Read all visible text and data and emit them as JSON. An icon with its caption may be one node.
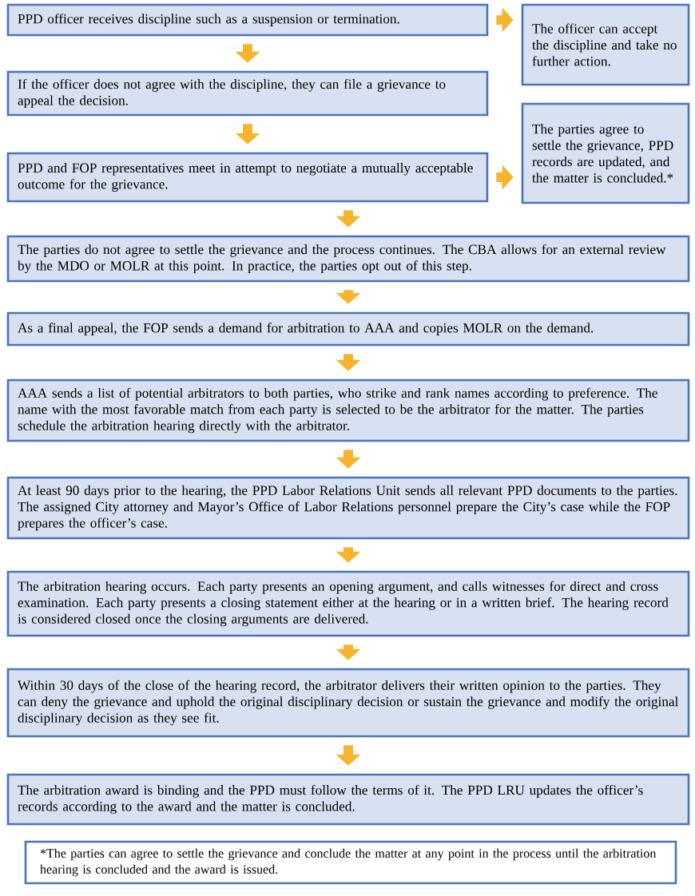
{
  "diagram": {
    "nodes": [
      {
        "text": [
          "PPD officer receives discipline such as a suspension or termination."
        ]
      },
      {
        "text": [
          "The officer can accept the discipline and take no further action."
        ]
      },
      {
        "text": [
          "If the officer does not agree with the discipline, they can file a grievance to appeal the decision."
        ]
      },
      {
        "text": [
          "The parties agree to settle the grievance, PPD records are updated, and the matter is concluded.*"
        ]
      },
      {
        "text": [
          "PPD and FOP representatives meet in attempt to negotiate a mutually acceptable outcome for the grievance."
        ]
      },
      {
        "text": [
          "The parties do not agree to settle the grievance and the process continues. The CBA allows for an external review by the MDO or MOLR at this point. In practice, the parties opt out of this step."
        ]
      },
      {
        "text": [
          "As a final appeal, the FOP sends a demand for arbitration to AAA and copies MOLR on the demand."
        ]
      },
      {
        "text": [
          "AAA sends a list of potential arbitrators to both parties, who strike and rank names according to preference. The name with the most favorable match from each party is selected to be the arbitrator for the matter. The parties schedule the arbitration hearing directly with the arbitrator."
        ]
      },
      {
        "text": [
          "At least 90 days prior to the hearing, the PPD Labor Relations Unit sends all relevant PPD documents to the parties. The assigned City attorney and Mayor’s Office of Labor Relations personnel prepare the City’s case while the FOP prepares the officer’s case."
        ]
      },
      {
        "text": [
          "The arbitration hearing occurs. Each party presents an opening argument, and calls witnesses for direct and cross examination. Each party presents a closing statement either at the hearing or in a written brief. The hearing record is considered closed once the closing arguments are delivered."
        ]
      },
      {
        "text": [
          "Within 30 days of the close of the hearing record, the arbitrator delivers their written opinion to the parties.  They can deny the grievance and uphold the original disciplinary decision or sustain the grievance and modify the original disciplinary decision as they see fit."
        ]
      },
      {
        "text": [
          "The arbitration award is binding and the PPD must follow the terms of it. The PPD LRU updates the officer’s records according to the award and the matter is concluded."
        ]
      },
      {
        "text": [
          "*The parties can agree to settle the grievance and conclude the matter at any point in the process until the arbitration hearing is concluded and the award is issued."
        ]
      }
    ],
    "edges": [
      {
        "from": 0,
        "to": 1,
        "arrow": "to"
      },
      {
        "from": 0,
        "to": 2,
        "arrow": "to"
      },
      {
        "from": 2,
        "to": 4,
        "arrow": "to"
      },
      {
        "from": 4,
        "to": 3,
        "arrow": "to"
      },
      {
        "from": 4,
        "to": 5,
        "arrow": "to"
      },
      {
        "from": 5,
        "to": 6,
        "arrow": "to"
      },
      {
        "from": 6,
        "to": 7,
        "arrow": "to"
      },
      {
        "from": 7,
        "to": 8,
        "arrow": "to"
      },
      {
        "from": 8,
        "to": 9,
        "arrow": "to"
      },
      {
        "from": 9,
        "to": 10,
        "arrow": "to"
      },
      {
        "from": 10,
        "to": 11,
        "arrow": "to"
      }
    ]
  }
}
